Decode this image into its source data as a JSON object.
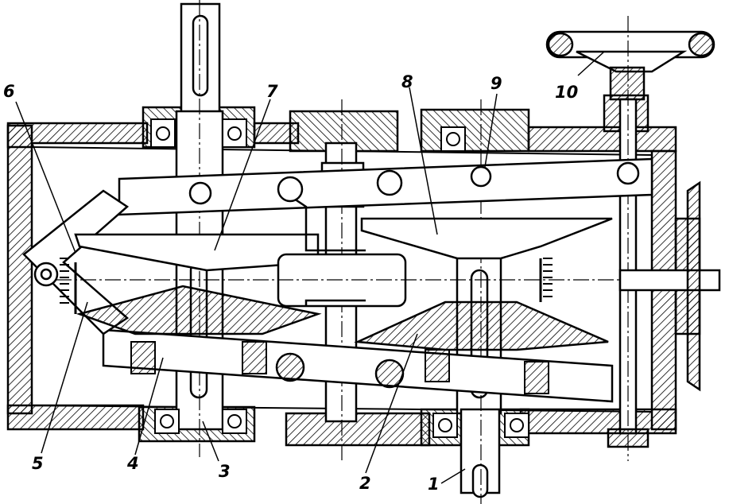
{
  "callouts": [
    {
      "id": "1",
      "text": "1"
    },
    {
      "id": "2",
      "text": "2"
    },
    {
      "id": "3",
      "text": "3"
    },
    {
      "id": "4",
      "text": "4"
    },
    {
      "id": "5",
      "text": "5"
    },
    {
      "id": "6",
      "text": "6"
    },
    {
      "id": "7",
      "text": "7"
    },
    {
      "id": "8",
      "text": "8"
    },
    {
      "id": "9",
      "text": "9"
    },
    {
      "id": "10",
      "text": "10"
    }
  ],
  "colors": {
    "ink": "#000000",
    "paper": "#ffffff"
  }
}
